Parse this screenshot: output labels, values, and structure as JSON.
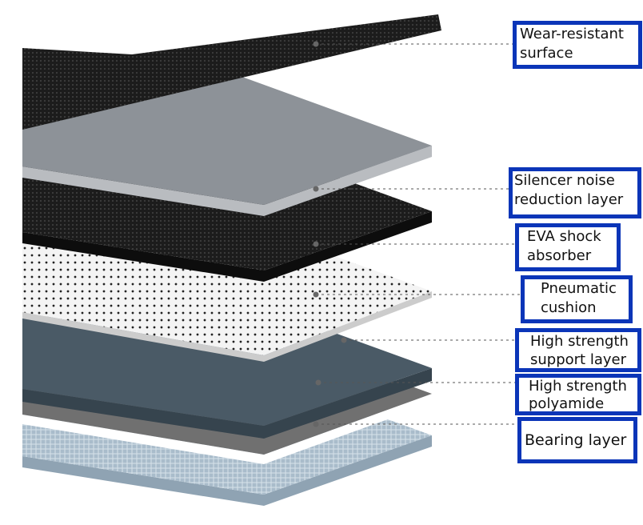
{
  "labels": [
    {
      "id": "wear",
      "line1": "Wear-resistant",
      "line2": "surface"
    },
    {
      "id": "silencer",
      "line1": "Silencer noise",
      "line2": "reduction layer"
    },
    {
      "id": "eva",
      "line1": "EVA shock",
      "line2": "absorber"
    },
    {
      "id": "pneumatic",
      "line1": "Pneumatic",
      "line2": "cushion"
    },
    {
      "id": "support",
      "line1": "High strength",
      "line2": "support layer"
    },
    {
      "id": "polyamide",
      "line1": "High strength",
      "line2": "polyamide"
    },
    {
      "id": "bearing",
      "line1": "Bearing layer",
      "line2": ""
    }
  ],
  "colors": {
    "box_border": "#0b35b8",
    "wear": "#1a1a1a",
    "silencer": "#8a8f95",
    "eva": "#151515",
    "pneumatic": "#f2f2f2",
    "support": "#4a5a66",
    "polyamide": "#6b6b6b",
    "bearing": "#a9bccb"
  }
}
